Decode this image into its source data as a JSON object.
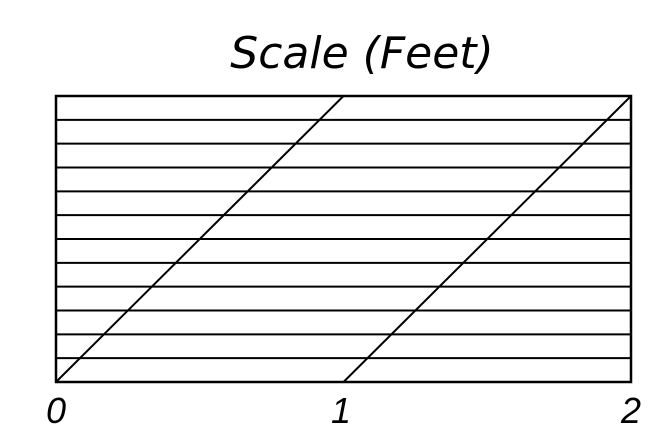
{
  "title": "Scale (Feet)",
  "scale": {
    "tick_labels": [
      "0",
      "1",
      "2"
    ],
    "tick_values": [
      0,
      1,
      2
    ],
    "horizontal_divisions": 12,
    "diagonal_count": 2
  }
}
